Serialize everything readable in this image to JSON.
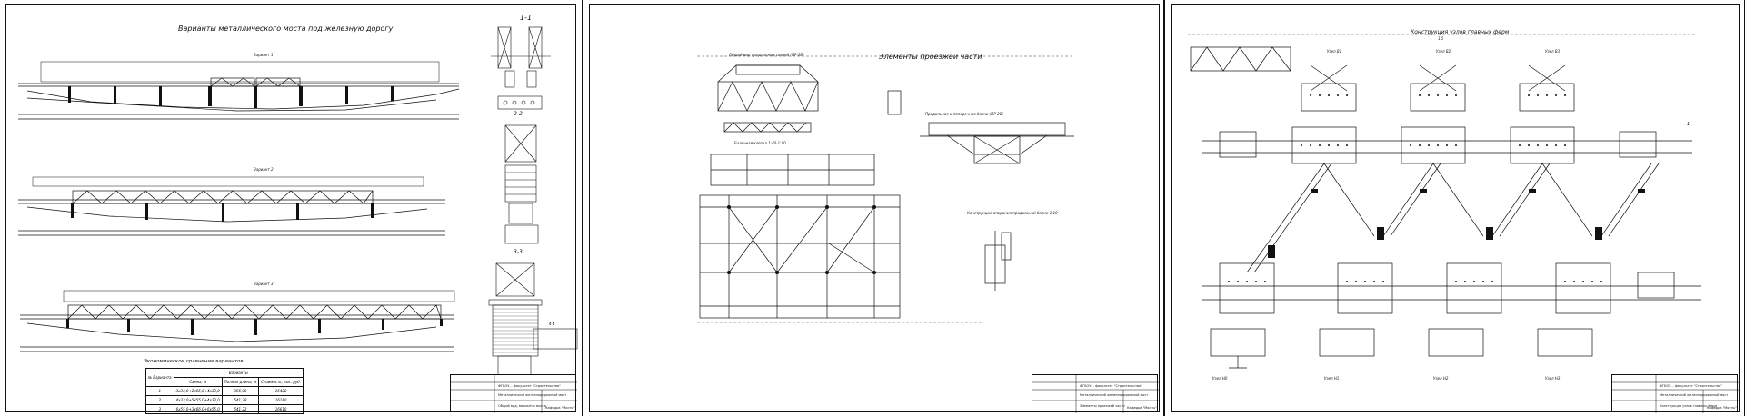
{
  "sheet1": {
    "title": "Варианты металлического моста под железную дорогу",
    "section_1": "1-1",
    "section_2": "2-2",
    "section_3": "3-3",
    "section_4": "4-4",
    "variant1": "Вариант 1",
    "variant2": "Вариант 2",
    "variant3": "Вариант 3",
    "econ_title": "Экономическое сравнение вариантов",
    "econ_group_header": "Варианты",
    "econ_headers": [
      "№ Варианта",
      "Схема, м",
      "Полная длина, м",
      "Стоимость, тыс. руб."
    ],
    "econ_rows": [
      [
        "1",
        "3х33,0+2х66,0+4х33,0",
        "356,90",
        "15420"
      ],
      [
        "2",
        "4х33,0+5х55,0+4х33,0",
        "541,38",
        "16180"
      ],
      [
        "3",
        "6х55,0+3х66,0+6х55,0",
        "541,32",
        "16610"
      ]
    ],
    "stamp_company": "ФГБОУ... факультет \"Строительство\"",
    "stamp_work": "Металлический железнодорожный мост",
    "stamp_sheet": "Общий вид, варианты моста",
    "stamp_dept": "Кафедра \"Мосты\""
  },
  "sheet2": {
    "title": "Элементы проезжей части",
    "view1": "Общий вид продольных связей (ПР-2Б)",
    "view2": "Продольная и поперечная балки (ПР-2Б)",
    "view3": "Балочная клетка 1:40-1:10",
    "view4": "Конструкция опирания продольной балки 1:10",
    "stamp_company": "ФГБОУ... факультет \"Строительство\"",
    "stamp_work": "Металлический железнодорожный мост",
    "stamp_sheet": "Элементы проезжей части",
    "stamp_dept": "Кафедра \"Мосты\""
  },
  "sheet3": {
    "title": "Конструкция узлов главных ферм",
    "subtitle": "1:5",
    "nodes_top": [
      "Узел В1",
      "Узел В2",
      "Узел В3"
    ],
    "nodes_bottom": [
      "Узел Н0",
      "Узел Н1",
      "Узел Н2",
      "Узел Н3"
    ],
    "section_mark": "1",
    "stamp_company": "ФГБОУ... факультет \"Строительство\"",
    "stamp_work": "Металлический железнодорожный мост",
    "stamp_sheet": "Конструкция узлов главных ферм",
    "stamp_dept": "Кафедра \"Мосты\""
  },
  "colors": {
    "line": "#111111",
    "paper": "#ffffff"
  }
}
